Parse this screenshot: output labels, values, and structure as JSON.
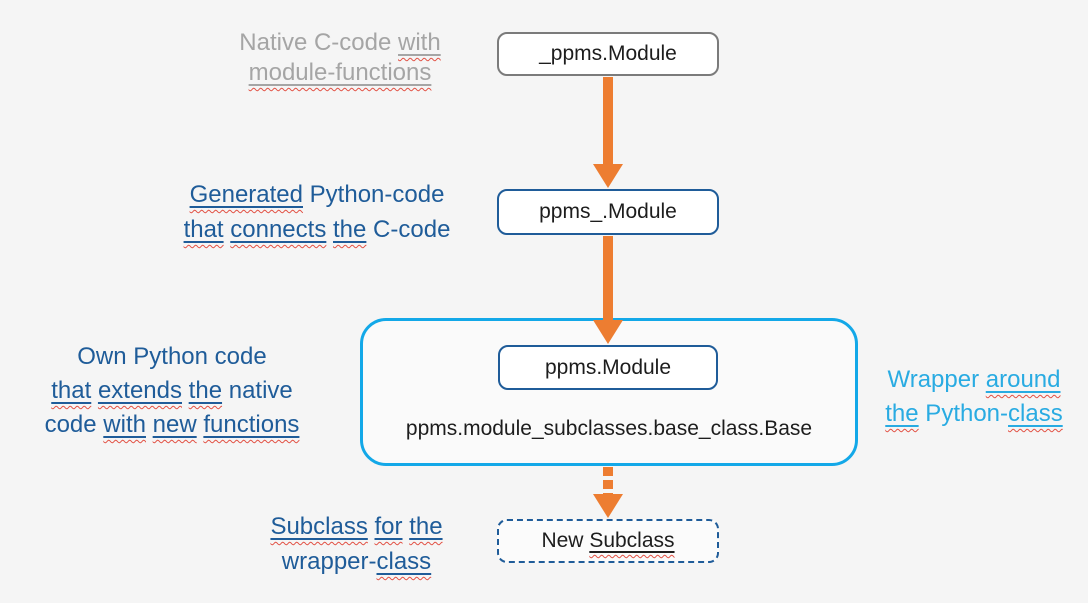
{
  "colors": {
    "background": "#F5F5F5",
    "node_fill": "#FFFFFF",
    "gray_border": "#7B7B7B",
    "gray_text": "#A5A5A5",
    "blue": "#1F5C99",
    "cyan_border": "#13A8E8",
    "cyan_text": "#29ABE2",
    "orange_arrow": "#ED7D31",
    "squiggle_red": "#E25043",
    "node_text": "#1D1D1D"
  },
  "nodes": {
    "native_box": {
      "text": "_ppms.Module"
    },
    "generated_box": {
      "text": "ppms_.Module"
    },
    "wrapper_box": {
      "text": "ppms.Module"
    },
    "base_class_text": {
      "text": "ppms.module_subclasses.base_class.Base"
    },
    "subclass_box": {
      "segments": [
        {
          "t": "New "
        },
        {
          "t": "Subclass",
          "sq": true
        }
      ]
    }
  },
  "annotations": {
    "native_label": {
      "lines": [
        [
          {
            "t": "Native C-code "
          },
          {
            "t": "with",
            "sq": true
          }
        ],
        [
          {
            "t": "module-functions",
            "sq": true
          }
        ]
      ]
    },
    "generated_label": {
      "lines": [
        [
          {
            "t": "Generated",
            "sq": true
          },
          {
            "t": " Python-code"
          }
        ],
        [
          {
            "t": "that",
            "sq": true
          },
          {
            "t": " "
          },
          {
            "t": "connects",
            "sq": true
          },
          {
            "t": " "
          },
          {
            "t": "the",
            "sq": true
          },
          {
            "t": " C-code"
          }
        ]
      ]
    },
    "own_label": {
      "lines": [
        [
          {
            "t": "Own Python code"
          }
        ],
        [
          {
            "t": "that",
            "sq": true
          },
          {
            "t": " "
          },
          {
            "t": "extends",
            "sq": true
          },
          {
            "t": " "
          },
          {
            "t": "the",
            "sq": true
          },
          {
            "t": " native"
          }
        ],
        [
          {
            "t": "code "
          },
          {
            "t": "with",
            "sq": true
          },
          {
            "t": " "
          },
          {
            "t": "new",
            "sq": true
          },
          {
            "t": " "
          },
          {
            "t": "functions",
            "sq": true
          }
        ]
      ]
    },
    "wrapper_label": {
      "lines": [
        [
          {
            "t": "Wrapper "
          },
          {
            "t": "around",
            "sq": true
          }
        ],
        [
          {
            "t": "the",
            "sq": true
          },
          {
            "t": " Python-"
          },
          {
            "t": "class",
            "sq": true
          }
        ]
      ]
    },
    "subclass_label": {
      "lines": [
        [
          {
            "t": "Subclass",
            "sq": true
          },
          {
            "t": " "
          },
          {
            "t": "for",
            "sq": true
          },
          {
            "t": " "
          },
          {
            "t": "the",
            "sq": true
          }
        ],
        [
          {
            "t": "wrapper-"
          },
          {
            "t": "class",
            "sq": true
          }
        ]
      ]
    }
  },
  "arrows": [
    {
      "id": "native-to-generated",
      "style": "solid"
    },
    {
      "id": "generated-to-wrapper",
      "style": "solid"
    },
    {
      "id": "wrapper-to-subclass",
      "style": "dashed"
    }
  ]
}
